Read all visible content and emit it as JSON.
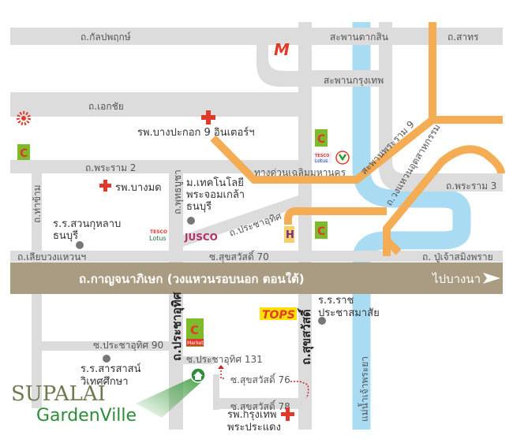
{
  "roads": {
    "kanlapaphruek": "ถ.กัลปพฤกษ์",
    "taksin_bridge": "สะพานตากสิน",
    "sathorn": "ถ.สาทร",
    "krungthep_bridge": "สะพานกรุงเทพ",
    "ekkachai": "ถ.เอกชัย",
    "rama2": "ถ.พระราม 2",
    "rama3": "ถ.พระราม 3",
    "rama9_bridge": "สะพานพระราม 9",
    "chalerm_expressway": "ทางด่วนเฉลิมมหานคร",
    "outer_ring_industrial": "ถ.วงแหวนอุตสาหกรรม",
    "tha_kham": "ถ.ท่าข้าม",
    "phutthabucha": "ถ.พุทธบูชา",
    "pracha_uthit_diag": "ถ.ประชาอุทิศ",
    "liap_wongwaen": "ถ.เลียบวงแหวนฯ",
    "suksawat70": "ซ.สุขสวัสดิ์ 70",
    "pu_chao": "ถ. ปู่เจ้าสมิงพราย",
    "kanchanaphisek": "ถ.กาญจนาภิเษก (วงแหวนรอบนอก ตอนใต้)",
    "to_bangna": "ไปบางนา",
    "pracha_uthit": "ถ.ประชาอุทิศ",
    "suksawat": "ถ.สุขสวัสดิ์",
    "pracha_uthit90": "ซ.ประชาอุทิศ 90",
    "pracha_uthit131": "ซ.ประชาอุทิศ 131",
    "suksawat76": "ซ.สุขสวัสดิ์ 76",
    "suksawat78": "ซ.สุขสวัสดิ์ 78",
    "chao_phraya": "แม่น้ำเจ้าพระยา"
  },
  "places": {
    "bangpakok9": "รพ.บางปะกอก 9 อินเตอร์ฯ",
    "bangmot": "รพ.บางมด",
    "kmutt_1": "ม.เทคโนโลยี",
    "kmutt_2": "พระจอมเกล้า",
    "kmutt_3": "ธนบุรี",
    "suankularb_1": "ร.ร.สวนกุหลาบ",
    "suankularb_2": "ธนบุรี",
    "sarasas_1": "ร.ร.สารสาสน์",
    "sarasas_2": "วิเทศศึกษา",
    "ratchaprachasamasai_1": "ร.ร.ราช",
    "ratchaprachasamasai_2": "ประชาสมาสัย",
    "bangkok_hosp_1": "รพ.กรุงเทพ",
    "bangkok_hosp_2": "พระประแดง"
  },
  "logos": {
    "jusco": "JUSCO",
    "tops": "TOPS",
    "tesco": "TESCO",
    "lotus": "Lotus",
    "homepro": "H",
    "bigc": "C",
    "bigc_market": "Market"
  },
  "brand": {
    "line1": "SUPALAI",
    "line2": "GardenVille"
  },
  "colors": {
    "road": "#dcdcdc",
    "expressway": "#f5ad55",
    "river": "#a9dcf3",
    "main_road": "#aa9c82",
    "hospital": "#e03a2a",
    "brand_green": "#2e8b3a"
  }
}
